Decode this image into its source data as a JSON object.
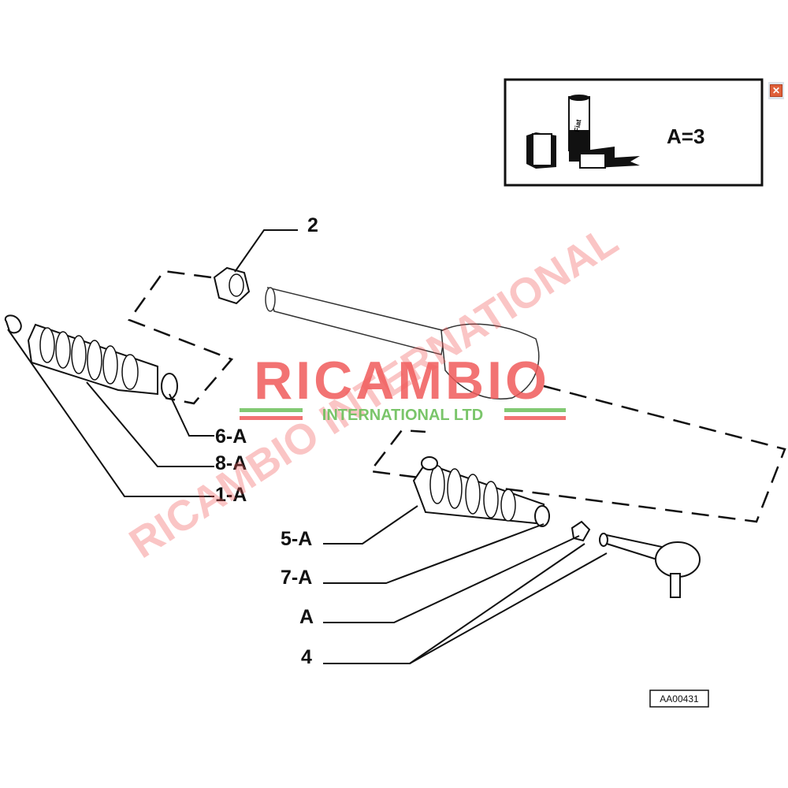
{
  "legend_box": {
    "text": "A=3",
    "icon": "fiat-sealant-tubes-icon",
    "logo_text": "Fiat"
  },
  "callouts": {
    "nut": "2",
    "clamp_small": "6-A",
    "boot_left": "8-A",
    "clamp_large_left": "1-A",
    "clamp_right": "5-A",
    "boot_right": "7-A",
    "locknut": "A",
    "tie_rod_end": "4"
  },
  "reference_code": "AA00431",
  "close_icon": "close-icon",
  "watermark": {
    "brand": "RICAMBIO",
    "subtitle": "INTERNATIONAL LTD",
    "diagonal": "RICAMBIO INTERNATIONAL",
    "colors": {
      "red": "#f05a5a",
      "green": "#6cbf5a"
    }
  }
}
